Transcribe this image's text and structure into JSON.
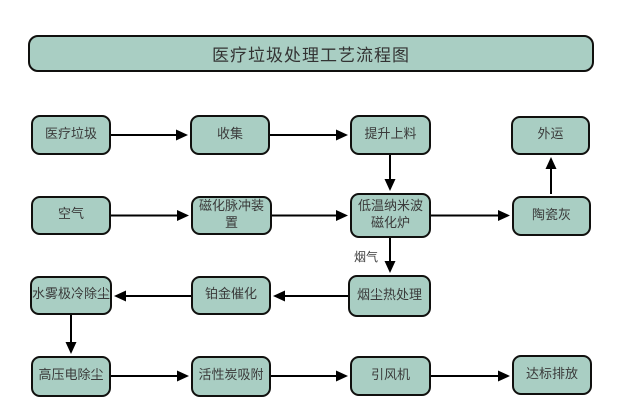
{
  "title": "医疗垃圾处理工艺流程图",
  "colors": {
    "node_fill": "#a9cec3",
    "node_border": "#10100e",
    "text": "#3a3a3a",
    "arrow": "#000000",
    "background": "#ffffff"
  },
  "flow": {
    "nodes": [
      {
        "id": "medical-waste",
        "label": "医疗垃圾"
      },
      {
        "id": "collection",
        "label": "收集"
      },
      {
        "id": "lifting-feeding",
        "label": "提升上料"
      },
      {
        "id": "outbound-transport",
        "label": "外运"
      },
      {
        "id": "air",
        "label": "空气"
      },
      {
        "id": "magnetization-pulse-device",
        "label": "磁化脉冲装置"
      },
      {
        "id": "low-temp-nano-wave-magnetization-furnace",
        "label": "低温纳米波\n磁化炉"
      },
      {
        "id": "ceramic-ash",
        "label": "陶瓷灰"
      },
      {
        "id": "water-mist-extreme-cooling-dedusting",
        "label": "水雾极冷除尘"
      },
      {
        "id": "platinum-catalysis",
        "label": "铂金催化"
      },
      {
        "id": "flue-dust-heat-treatment",
        "label": "烟尘热处理"
      },
      {
        "id": "high-voltage-electrostatic-dedusting",
        "label": "高压电除尘"
      },
      {
        "id": "activated-carbon-adsorption",
        "label": "活性炭吸附"
      },
      {
        "id": "induced-draft-fan",
        "label": "引风机"
      },
      {
        "id": "standard-compliant-discharge",
        "label": "达标排放"
      }
    ],
    "edge_label": "烟气"
  }
}
